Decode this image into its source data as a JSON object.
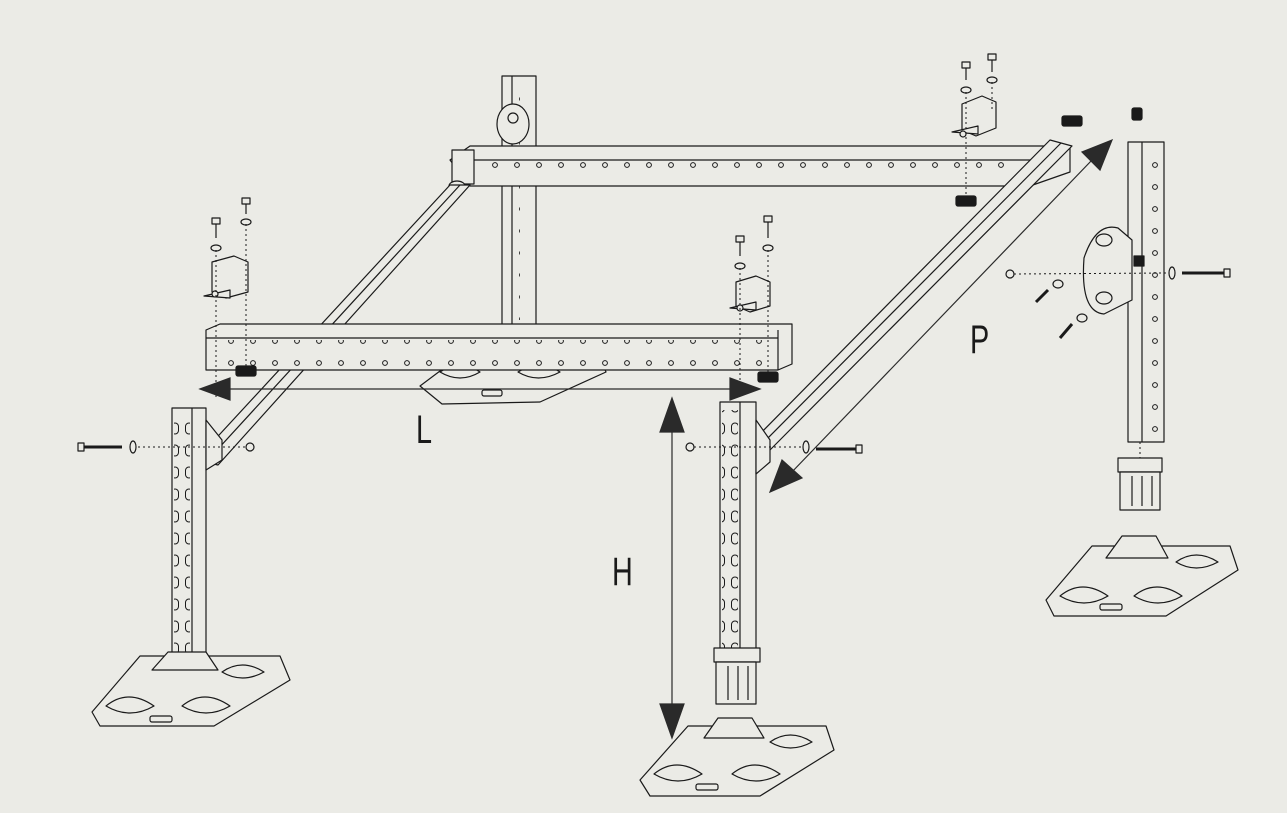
{
  "dimensions": {
    "length": "L",
    "height": "H",
    "depth": "P"
  },
  "colors": {
    "background": "#ebebe6",
    "line": "#1a1a1a",
    "part_fill": "#ebebe6",
    "arrow": "#2a2a2a"
  }
}
